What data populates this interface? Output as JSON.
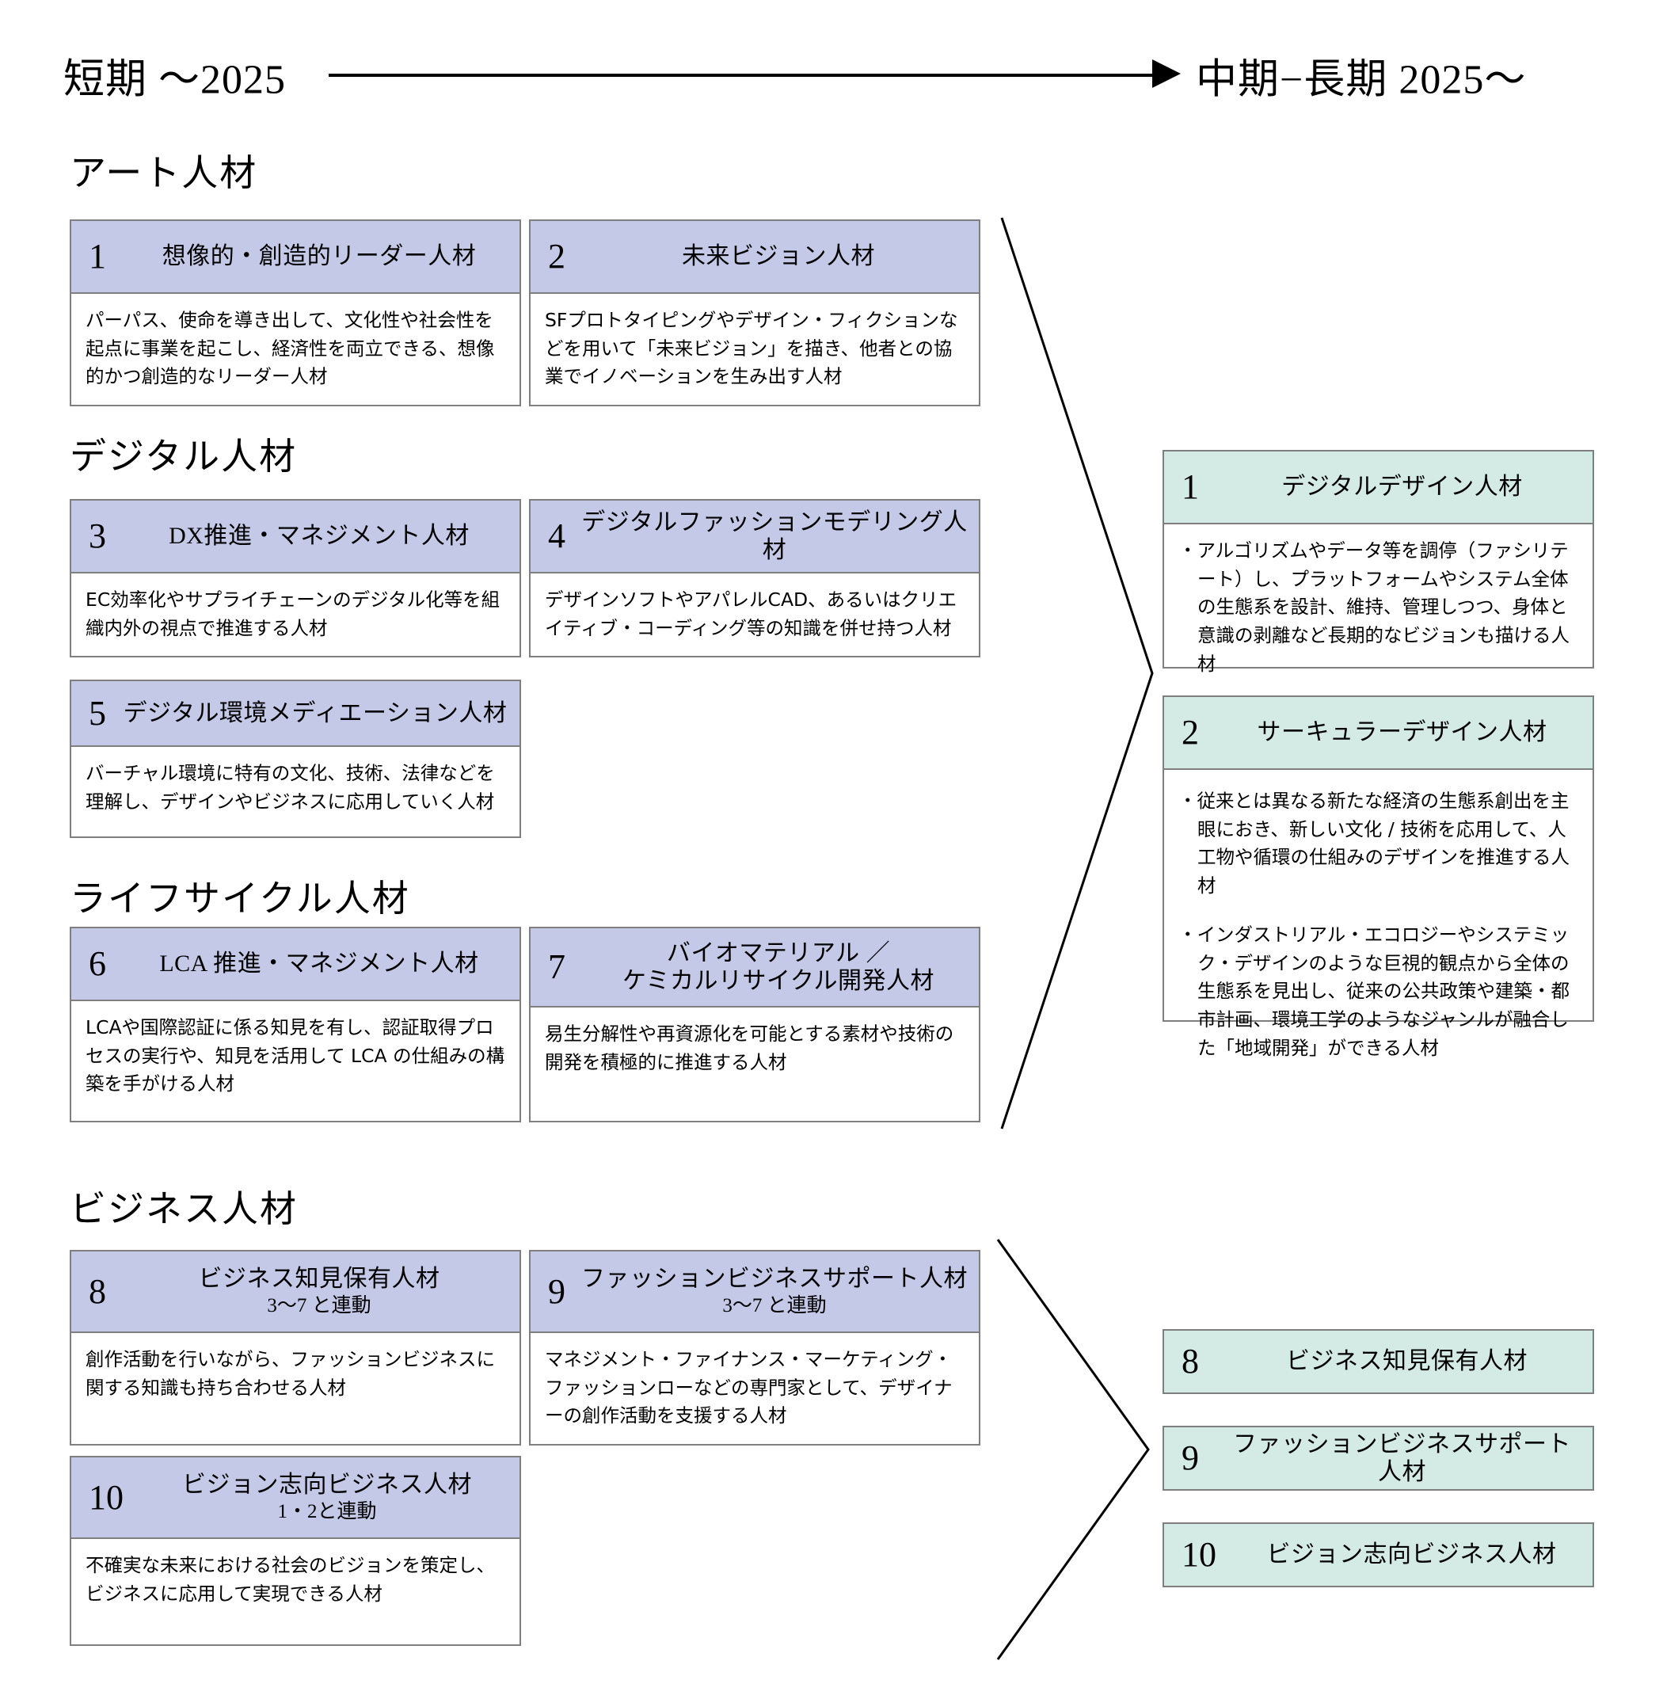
{
  "timeline": {
    "left_label": "短期 〜2025",
    "right_label": "中期−長期 2025〜",
    "arrow_icon": "right-arrow-icon"
  },
  "groups": [
    {
      "id": "art",
      "title": "アート人材"
    },
    {
      "id": "digital",
      "title": "デジタル人材"
    },
    {
      "id": "lifecycle",
      "title": "ライフサイクル人材"
    },
    {
      "id": "business",
      "title": "ビジネス人材"
    }
  ],
  "left_column": {
    "cards": [
      {
        "num": "1",
        "title": "想像的・創造的リーダー人材",
        "sub": "",
        "body": [
          "パーパス、使命を導き出して、文化性や社会性を起点に事業を起こし、経済性を両立できる、想像的かつ創造的なリーダー人材"
        ]
      },
      {
        "num": "2",
        "title": "未来ビジョン人材",
        "sub": "",
        "body": [
          "SFプロトタイピングやデザイン・フィクションなどを用いて「未来ビジョン」を描き、他者との協業でイノベーションを生み出す人材"
        ]
      },
      {
        "num": "3",
        "title": "DX推進・マネジメント人材",
        "sub": "",
        "body": [
          "EC効率化やサプライチェーンのデジタル化等を組織内外の視点で推進する人材"
        ]
      },
      {
        "num": "4",
        "title": "デジタルファッションモデリング人材",
        "sub": "",
        "body": [
          "デザインソフトやアパレルCAD、あるいはクリエイティブ・コーディング等の知識を併せ持つ人材"
        ]
      },
      {
        "num": "5",
        "title": "デジタル環境メディエーション人材",
        "sub": "",
        "body": [
          "バーチャル環境に特有の文化、技術、法律などを理解し、デザインやビジネスに応用していく人材"
        ]
      },
      {
        "num": "6",
        "title": "LCA 推進・マネジメント人材",
        "sub": "",
        "body": [
          "LCAや国際認証に係る知見を有し、認証取得プロセスの実行や、知見を活用して LCA の仕組みの構築を手がける人材"
        ]
      },
      {
        "num": "7",
        "title": "バイオマテリアル ／\nケミカルリサイクル開発人材",
        "sub": "",
        "body": [
          "易生分解性や再資源化を可能とする素材や技術の開発を積極的に推進する人材"
        ]
      },
      {
        "num": "8",
        "title": "ビジネス知見保有人材",
        "sub": "3〜7 と連動",
        "body": [
          "創作活動を行いながら、ファッションビジネスに関する知識も持ち合わせる人材"
        ]
      },
      {
        "num": "9",
        "title": "ファッションビジネスサポート人材",
        "sub": "3〜7 と連動",
        "body": [
          "マネジメント・ファイナンス・マーケティング・ファッションローなどの専門家として、デザイナーの創作活動を支援する人材"
        ]
      },
      {
        "num": "10",
        "title": "ビジョン志向ビジネス人材",
        "sub": "1・2と連動",
        "body": [
          "不確実な未来における社会のビジョンを策定し、ビジネスに応用して実現できる人材"
        ]
      }
    ]
  },
  "right_column": {
    "cards": [
      {
        "num": "1",
        "title": "デジタルデザイン人材",
        "body": [
          "・アルゴリズムやデータ等を調停（ファシリテート）し、プラットフォームやシステム全体の生態系を設計、維持、管理しつつ、身体と意識の剥離など長期的なビジョンも描ける人材"
        ]
      },
      {
        "num": "2",
        "title": "サーキュラーデザイン人材",
        "body": [
          "・従来とは異なる新たな経済の生態系創出を主眼におき、新しい文化 / 技術を応用して、人工物や循環の仕組みのデザインを推進する人材",
          "・インダストリアル・エコロジーやシステミック・デザインのような巨視的観点から全体の生態系を見出し、従来の公共政策や建築・都市計画、環境工学のようなジャンルが融合した「地域開発」ができる人材"
        ]
      }
    ],
    "chips": [
      {
        "num": "8",
        "title": "ビジネス知見保有人材"
      },
      {
        "num": "9",
        "title": "ファッションビジネスサポート人材"
      },
      {
        "num": "10",
        "title": "ビジョン志向ビジネス人材"
      }
    ]
  },
  "colors": {
    "purple_header": "#c4c9e8",
    "green_header": "#d3eae5",
    "border": "#7f7f7f",
    "line": "#000000"
  }
}
